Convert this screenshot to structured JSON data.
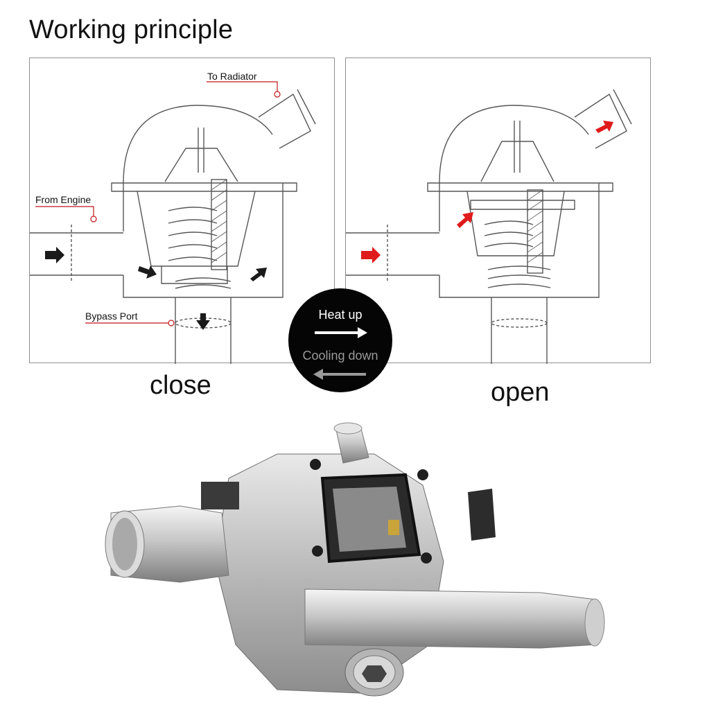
{
  "title": "Working principle",
  "panels": {
    "close": {
      "caption": "close",
      "labels": {
        "to_radiator": "To Radiator",
        "from_engine": "From Engine",
        "bypass_port": "Bypass Port"
      }
    },
    "open": {
      "caption": "open"
    }
  },
  "badge": {
    "heat_up": "Heat up",
    "cooling_down": "Cooling down"
  },
  "colors": {
    "flow_arrow_closed": "#1a1a1a",
    "flow_arrow_open": "#e01b1b",
    "leader_line": "#c0141c",
    "badge_bg": "#050505",
    "drawing_line": "#555555"
  },
  "icons": {
    "flow": "arrow-right-icon",
    "bypass": "arrow-down-icon",
    "heat": "arrow-right-icon",
    "cool": "arrow-left-icon"
  }
}
